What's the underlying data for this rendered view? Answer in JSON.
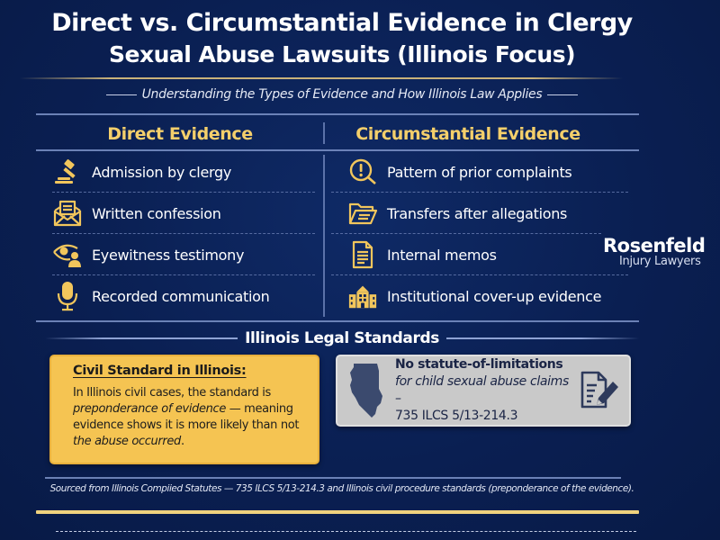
{
  "header": {
    "title_line1": "Direct vs. Circumstantial Evidence in Clergy",
    "title_line2": "Sexual Abuse Lawsuits (Illinois Focus)",
    "subtitle": "Understanding the Types of Evidence and How Illinois Law Applies"
  },
  "columns": {
    "direct": {
      "heading": "Direct Evidence",
      "items": [
        {
          "label": "Admission by clergy",
          "icon": "gavel-icon"
        },
        {
          "label": "Written confession",
          "icon": "envelope-letter-icon"
        },
        {
          "label": "Eyewitness testimony",
          "icon": "eye-person-icon"
        },
        {
          "label": "Recorded communication",
          "icon": "microphone-icon"
        }
      ]
    },
    "circumstantial": {
      "heading": "Circumstantial Evidence",
      "items": [
        {
          "label": "Pattern of prior complaints",
          "icon": "alert-search-icon"
        },
        {
          "label": "Transfers after allegations",
          "icon": "folder-icon"
        },
        {
          "label": "Internal memos",
          "icon": "document-icon"
        },
        {
          "label": "Institutional cover-up evidence",
          "icon": "building-icon"
        }
      ]
    }
  },
  "logo": {
    "name": "Rosenfeld",
    "tagline": "Injury Lawyers"
  },
  "standards": {
    "section_title": "Illinois Legal Standards",
    "civil_card": {
      "heading": "Civil Standard in Illinois:",
      "body_part1": "In Illinois civil cases, the standard is",
      "body_part2": "preponderance of evidence",
      "body_part3": " — meaning evidence shows it is more likely than not",
      "body_part4": "the abuse occurred",
      "body_part5": "."
    },
    "sol_card": {
      "line1": "No statute-of-limitations",
      "line2": "for child sexual abuse claims –",
      "line3": "735 ILCS 5/13-214.3"
    }
  },
  "footer": {
    "source": "Sourced from Illinois Compiied Statutes — 735 ILCS 5/13-214.3 and Illinois civil procedure standards (preponderance of the evidence)."
  },
  "colors": {
    "background": "#0a1f52",
    "accent_gold": "#f4cf6b",
    "civil_card": "#f5c452",
    "sol_card": "#c9c9c9",
    "divider": "#7d93c8"
  }
}
